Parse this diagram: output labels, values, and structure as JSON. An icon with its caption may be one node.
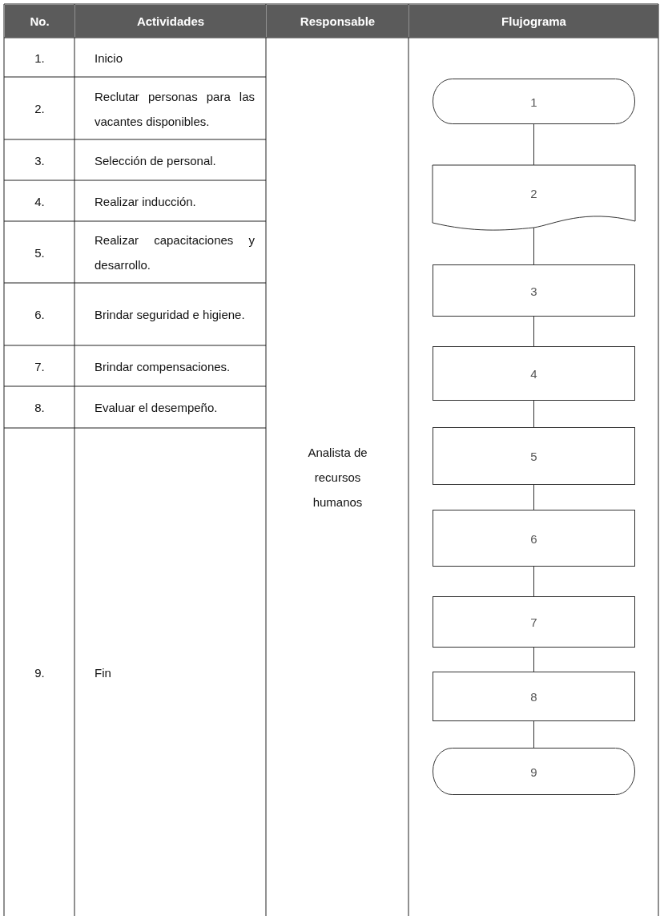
{
  "diagram": {
    "nodes": [
      {
        "text": [
          "1"
        ]
      },
      {
        "text": [
          "2"
        ]
      },
      {
        "text": [
          "3"
        ]
      },
      {
        "text": [
          "4"
        ]
      },
      {
        "text": [
          "5"
        ]
      },
      {
        "text": [
          "6"
        ]
      },
      {
        "text": [
          "7"
        ]
      },
      {
        "text": [
          "8"
        ]
      },
      {
        "text": [
          "9"
        ]
      }
    ],
    "edges": [
      {
        "from": 0,
        "to": 1,
        "arrow": "none"
      },
      {
        "from": 1,
        "to": 2,
        "arrow": "none"
      },
      {
        "from": 2,
        "to": 3,
        "arrow": "none"
      },
      {
        "from": 3,
        "to": 4,
        "arrow": "none"
      },
      {
        "from": 4,
        "to": 5,
        "arrow": "none"
      },
      {
        "from": 5,
        "to": 6,
        "arrow": "none"
      },
      {
        "from": 6,
        "to": 7,
        "arrow": "none"
      },
      {
        "from": 7,
        "to": 8,
        "arrow": "none"
      }
    ],
    "labels": [
      "No.",
      "Actividades",
      "Responsable",
      "Flujograma",
      "1.",
      "Inicio",
      "Analista de recursos humanos",
      "2.",
      "Reclutar personas para las vacantes disponibles.",
      "3.",
      "Selección de personal.",
      "4.",
      "Realizar inducción.",
      "5.",
      "Realizar capacitaciones y desarrollo.",
      "6.",
      "Brindar seguridad e higiene.",
      "7.",
      "Brindar compensaciones.",
      "8.",
      "Evaluar el desempeño.",
      "9.",
      "Fin"
    ]
  }
}
